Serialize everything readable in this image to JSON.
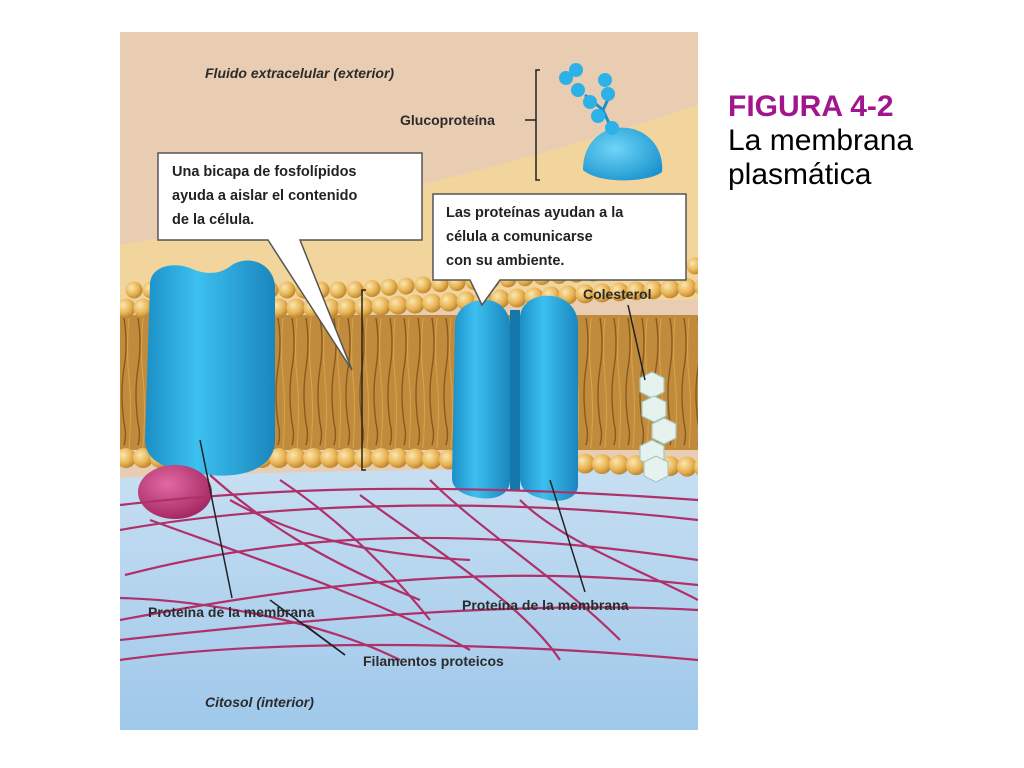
{
  "figure": {
    "number": "FIGURA 4-2",
    "title_lines": [
      "La membrana",
      "plasmática"
    ]
  },
  "labels": {
    "exterior": "Fluido extracelular (exterior)",
    "interior": "Citosol (interior)",
    "glycoprotein": "Glucoproteína",
    "cholesterol": "Colesterol",
    "membrane_protein_left": "Proteína de la membrana",
    "membrane_protein_right": "Proteína de la membrana",
    "filaments": "Filamentos proteicos"
  },
  "callouts": {
    "bilayer": [
      "Una bicapa de fosfolípidos",
      "ayuda a aislar el contenido",
      "de la célula."
    ],
    "proteins": [
      "Las proteínas ayudan a la",
      "célula a comunicarse",
      "con su ambiente."
    ]
  },
  "colors": {
    "extracellular": "#e9cdb2",
    "membrane_surface": "#f2d59c",
    "phospholipid_head": "#e8b454",
    "tails": "#b07a2a",
    "protein": "#29aee0",
    "cytosol": "#aed1ec",
    "filament": "#b0306a",
    "caption_accent": "#a2168d"
  }
}
